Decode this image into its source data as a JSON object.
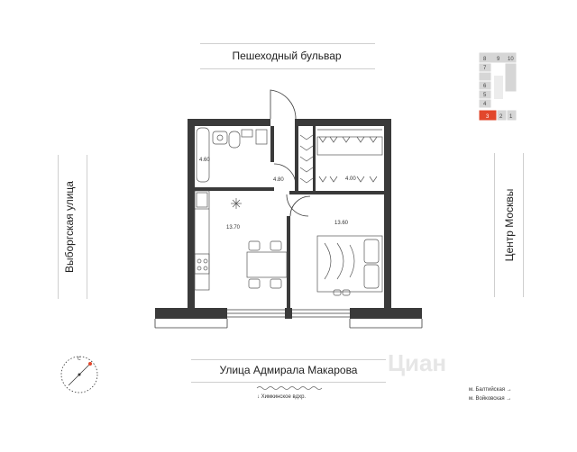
{
  "streets": {
    "top": "Пешеходный бульвар",
    "bottom": "Улица Адмирала Макарова",
    "left": "Выборгская улица",
    "right": "Центр Москвы"
  },
  "reservoir": "↓ Химкинское вдхр.",
  "metro": [
    {
      "label": "м. Балтийская →"
    },
    {
      "label": "м. Войковская →"
    }
  ],
  "rooms": {
    "bathroom_area": "4.60",
    "hall_area": "4.80",
    "wardrobe_area": "4.00",
    "kitchen_area": "13.70",
    "bedroom_area": "13.60"
  },
  "keyplan": {
    "sections": [
      "8",
      "9",
      "10",
      "7",
      "6",
      "5",
      "4",
      "3",
      "2",
      "1"
    ],
    "highlight": "3",
    "highlight_color": "#e2472c"
  },
  "watermark": "Циан",
  "colors": {
    "wall": "#3a3a3a",
    "accent": "#e2472c"
  }
}
